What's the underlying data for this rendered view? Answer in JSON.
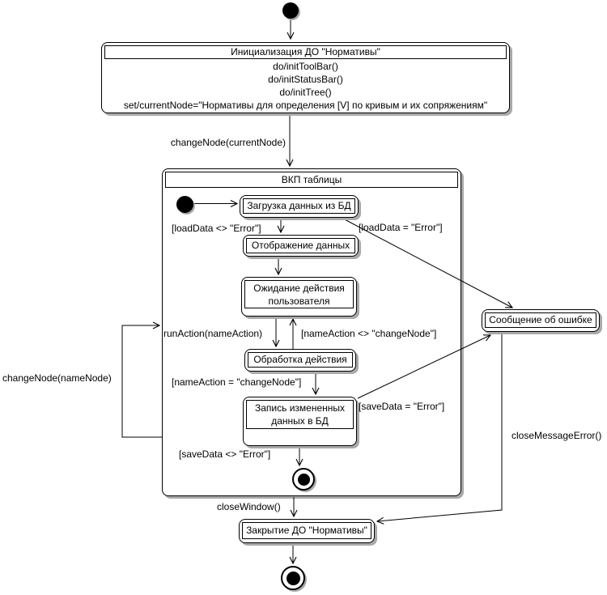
{
  "colors": {
    "background": "#ffffff",
    "line": "#000000",
    "shadow": "#a9a9a9"
  },
  "states": {
    "init": {
      "title": "Инициализация ДО \"Нормативы\"",
      "actions": [
        "do/initToolBar()",
        "do/initStatusBar()",
        "do/initTree()",
        "set/currentNode=\"Нормативы для определения [V] по кривым и их сопряжениям\""
      ]
    },
    "vkp": {
      "title": "ВКП таблицы"
    },
    "load": {
      "title": "Загрузка данных из БД"
    },
    "display": {
      "title": "Отображение данных"
    },
    "wait": {
      "title": "Ожидание действия пользователя"
    },
    "process": {
      "title": "Обработка действия"
    },
    "save": {
      "title": "Запись измененных данных в БД"
    },
    "error": {
      "title": "Сообщение об ошибке"
    },
    "close": {
      "title": "Закрытие ДО \"Нормативы\""
    }
  },
  "labels": {
    "change_node_current": "changeNode(currentNode)",
    "load_ok": "[loadData <> \"Error\"]",
    "load_error": "[loadData = \"Error\"]",
    "run_action": "runAction(nameAction)",
    "name_action_neq": "[nameAction <> \"changeNode\"]",
    "name_action_eq": "[nameAction = \"changeNode\"]",
    "save_error": "[saveData = \"Error\"]",
    "save_ok": "[saveData <> \"Error\"]",
    "change_node_name": "changeNode(nameNode)",
    "close_window": "closeWindow()",
    "close_message_error": "closeMessageError()"
  }
}
